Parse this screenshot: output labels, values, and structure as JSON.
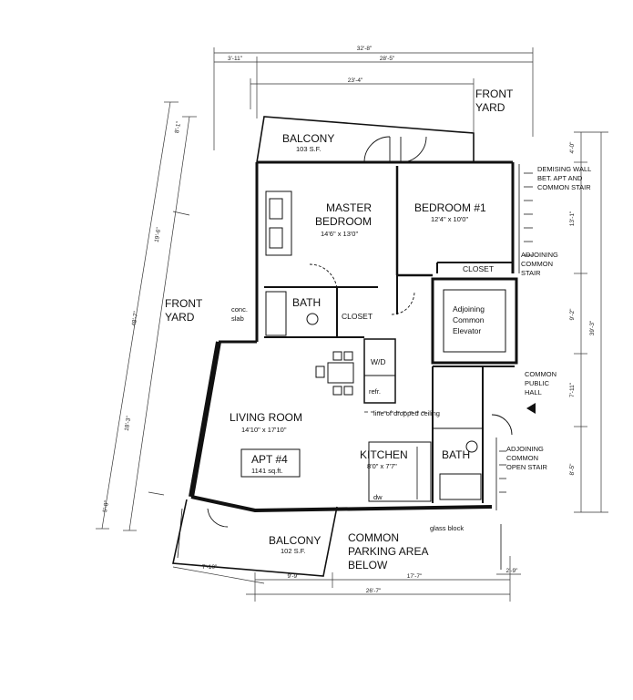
{
  "labels": {
    "front_yard_top_line1": "FRONT",
    "front_yard_top_line2": "YARD",
    "front_yard_left_line1": "FRONT",
    "front_yard_left_line2": "YARD",
    "balcony_top": "BALCONY",
    "balcony_top_area": "103 S.F.",
    "master_line1": "MASTER",
    "master_line2": "BEDROOM",
    "master_size": "14'6\" x 13'0\"",
    "bedroom1": "BEDROOM #1",
    "bedroom1_size": "12'4\" x 10'0\"",
    "closet_bed1": "CLOSET",
    "closet_master": "CLOSET",
    "bath_master": "BATH",
    "bath_hall": "BATH",
    "conc_line1": "conc.",
    "conc_line2": "slab",
    "elevator_line1": "Adjoining",
    "elevator_line2": "Common",
    "elevator_line3": "Elevator",
    "demising_line1": "DEMISING WALL",
    "demising_line2": "BET. APT AND",
    "demising_line3": "COMMON STAIR",
    "adj_stair_line1": "ADJOINING",
    "adj_stair_line2": "COMMON",
    "adj_stair_line3": "STAIR",
    "public_hall_line1": "COMMON",
    "public_hall_line2": "PUBLIC",
    "public_hall_line3": "HALL",
    "open_stair_line1": "ADJOINING",
    "open_stair_line2": "COMMON",
    "open_stair_line3": "OPEN STAIR",
    "living_room": "LIVING ROOM",
    "living_size": "14'10\" x 17'10\"",
    "apt": "APT #4",
    "apt_area": "1141 sq.ft.",
    "kitchen": "KITCHEN",
    "kitchen_size": "8'0\" x 7'7\"",
    "dropped_ceiling": "line of dropped ceiling",
    "wd": "W/D",
    "refr": "refr.",
    "dw": "dw",
    "glass_block": "glass block",
    "balcony_bottom": "BALCONY",
    "balcony_bottom_area": "102 S.F.",
    "parking_line1": "COMMON",
    "parking_line2": "PARKING AREA",
    "parking_line3": "BELOW"
  },
  "dimensions": {
    "top_overall": "32'-8\"",
    "top_left": "3'-11\"",
    "top_right": "28'-5\"",
    "top_inner": "23'-4\"",
    "left_overall": "48'-7\"",
    "left_upper": "19'-6\"",
    "left_top": "8'-1\"",
    "left_lower": "18'-3\"",
    "left_bottom": "5'-8\"",
    "right_overall": "39'-3\"",
    "right_a": "4'-0\"",
    "right_b": "13'-1\"",
    "right_c": "9'-2\"",
    "right_d": "7'-11\"",
    "right_e": "8'-5\"",
    "bottom_left": "7'-10\"",
    "bottom_mid": "9'-9\"",
    "bottom_right": "17'-7\"",
    "bottom_overall": "26'-7\"",
    "bottom_small": "2'-9\""
  }
}
